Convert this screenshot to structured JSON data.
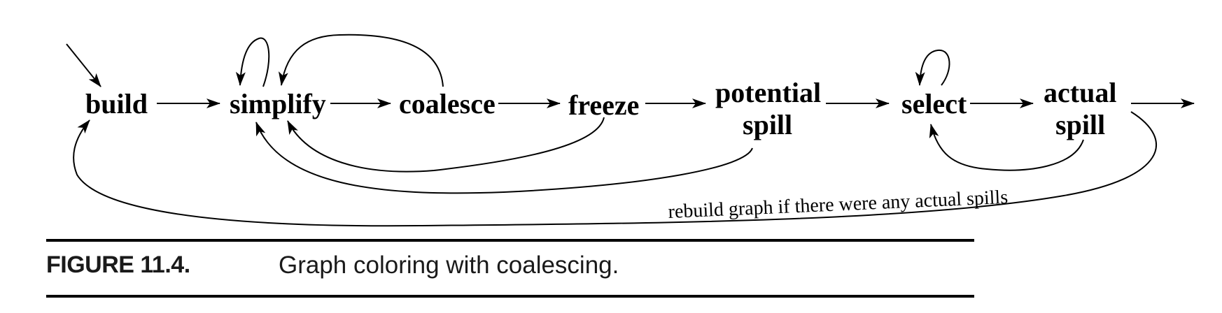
{
  "diagram": {
    "nodes": {
      "build": "build",
      "simplify": "simplify",
      "coalesce": "coalesce",
      "freeze": "freeze",
      "potential_spill_1": "potential",
      "potential_spill_2": "spill",
      "select": "select",
      "actual_spill_1": "actual",
      "actual_spill_2": "spill"
    },
    "edge_labels": {
      "rebuild": "rebuild graph if there were any actual spills"
    }
  },
  "caption": {
    "number": "FIGURE 11.4.",
    "title": "Graph coloring with coalescing."
  }
}
